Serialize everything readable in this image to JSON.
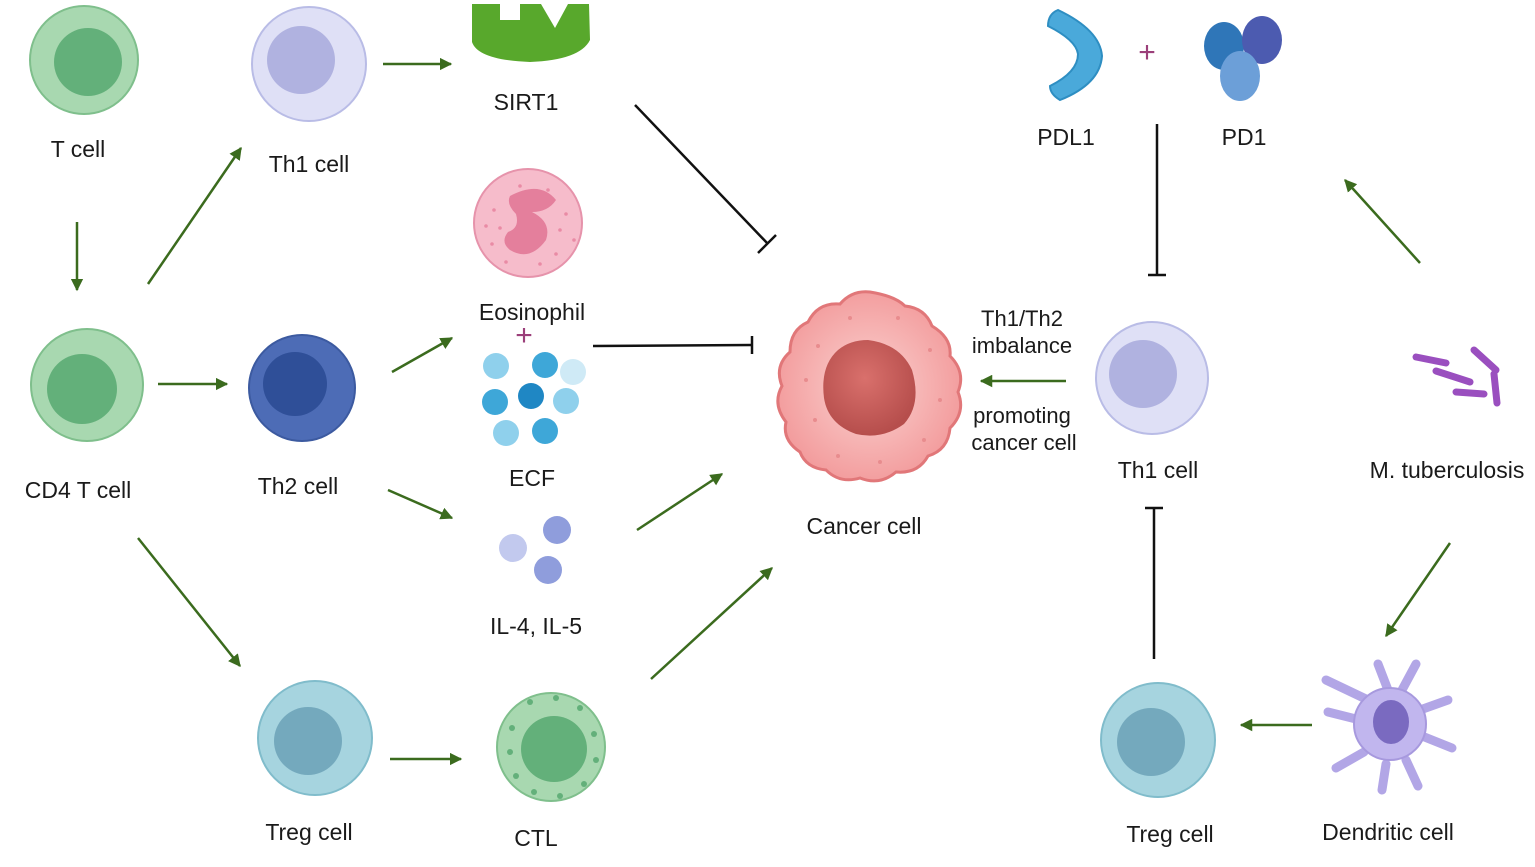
{
  "colors": {
    "activation_arrow": "#3b6b1e",
    "inhibition_line": "#111111",
    "t_cell": "#9fd3a8",
    "th1_cell": "#d4d6f2",
    "th2_cell": "#4a69b0",
    "treg_cell": "#9fd0dc",
    "ctl": "#9fd3a8",
    "cancer_cell": "#f08c8c",
    "sirt1": "#55a52a",
    "eosinophil": "#f7b8c8",
    "ecf": "#6cc0e4",
    "il": "#a9b4e6",
    "pdl1": "#4aa7d8",
    "pd1": "#3d78c0",
    "tuberculosis": "#9a4fbf",
    "dendritic": "#b6a8e8"
  },
  "labels": {
    "t_cell": "T cell",
    "cd4_t_cell": "CD4 T cell",
    "th1_cell_left": "Th1 cell",
    "th2_cell": "Th2 cell",
    "treg_cell_left": "Treg cell",
    "sirt1": "SIRT1",
    "eosinophil": "Eosinophil",
    "plus_left": "+",
    "ecf": "ECF",
    "il": "IL-4, IL-5",
    "ctl": "CTL",
    "cancer_cell": "Cancer cell",
    "imbalance_line1": "Th1/Th2",
    "imbalance_line2": "imbalance",
    "promoting_line1": "promoting",
    "promoting_line2": "cancer cell",
    "pdl1": "PDL1",
    "plus_right": "+",
    "pd1": "PD1",
    "th1_cell_right": "Th1 cell",
    "tuberculosis": "M. tuberculosis",
    "treg_cell_right": "Treg cell",
    "dendritic_cell": "Dendritic cell"
  }
}
